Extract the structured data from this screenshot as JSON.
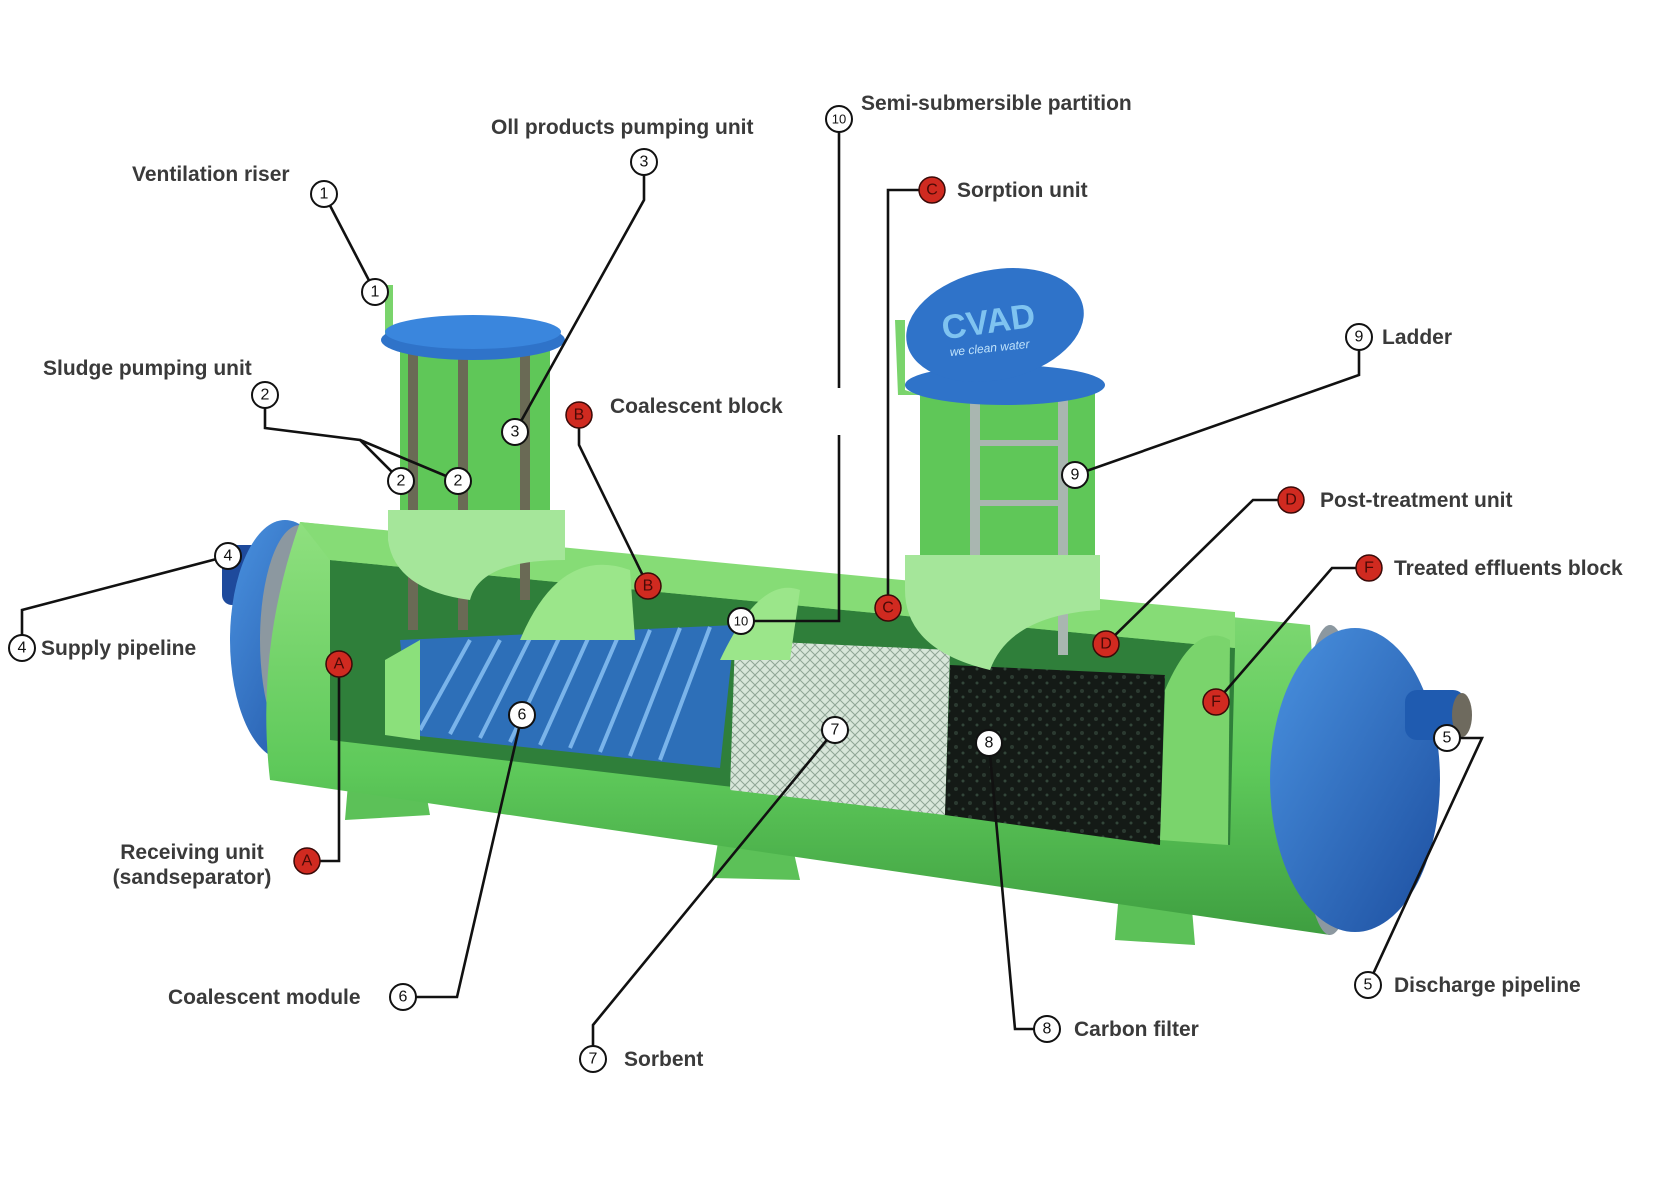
{
  "labels": {
    "ventilation_riser": "Ventilation riser",
    "oil_products_pumping_unit": "Oll products pumping unit",
    "semi_submersible_partition": "Semi-submersible partition",
    "sorption_unit": "Sorption unit",
    "sludge_pumping_unit": "Sludge pumping unit",
    "coalescent_block": "Coalescent block",
    "ladder": "Ladder",
    "post_treatment_unit": "Post-treatment unit",
    "treated_effluents_block": "Treated effluents block",
    "supply_pipeline": "Supply pipeline",
    "receiving_unit_line1": "Receiving unit",
    "receiving_unit_line2": "(sandseparator)",
    "coalescent_module": "Coalescent module",
    "sorbent": "Sorbent",
    "carbon_filter": "Carbon filter",
    "discharge_pipeline": "Discharge pipeline"
  },
  "markers": {
    "n1": "1",
    "n2": "2",
    "n3": "3",
    "n4": "4",
    "n5": "5",
    "n6": "6",
    "n7": "7",
    "n8": "8",
    "n9": "9",
    "n10": "10",
    "a": "A",
    "b": "B",
    "c": "C",
    "d": "D",
    "f": "F"
  },
  "logo": {
    "brand": "CVAD",
    "tagline": "we clean water"
  },
  "colors": {
    "tank_green": "#6fd36a",
    "cap_blue": "#2f73c9",
    "marker_red": "#d02a20"
  }
}
